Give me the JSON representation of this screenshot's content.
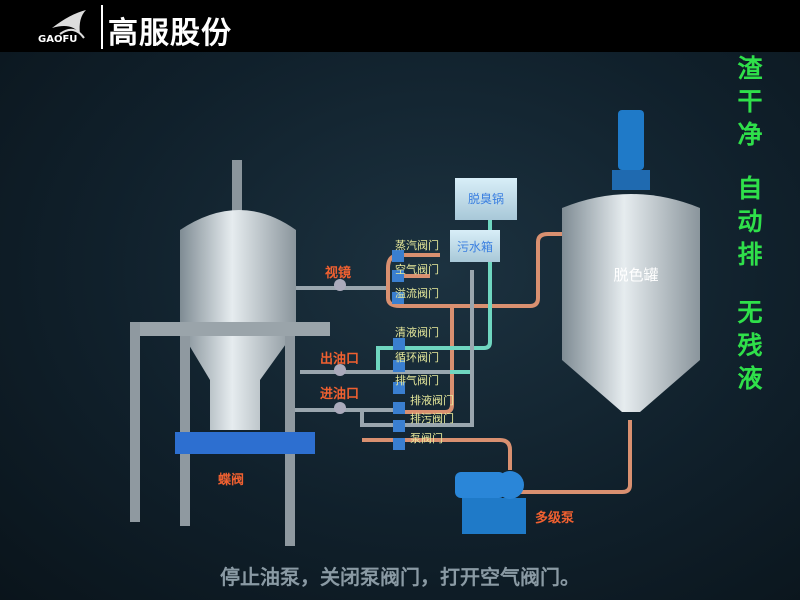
{
  "header": {
    "logo_text": "GAOFU",
    "brand": "高服股份"
  },
  "slogan": [
    "渣干净",
    "自动排",
    "无残液"
  ],
  "components": {
    "deodorizer": "脱臭锅",
    "sewage_tank": "污水箱",
    "bleaching_tank": "脱色罐",
    "pump": "多级泵",
    "butterfly_valve": "蝶阀",
    "sight_glass": "视镜",
    "oil_outlet": "出油口",
    "oil_inlet": "进油口"
  },
  "valves": [
    "蒸汽阀门",
    "空气阀门",
    "溢流阀门",
    "清液阀门",
    "循环阀门",
    "排气阀门",
    "排液阀门",
    "排污阀门",
    "泵阀门"
  ],
  "caption": "停止油泵，关闭泵阀门，打开空气阀门。",
  "colors": {
    "slogan": "#2fe04a",
    "label_orange": "#f06030",
    "valve_label": "#e6e89a",
    "oil_pipe": "#d99070",
    "water_pipe": "#6fd6c0"
  }
}
